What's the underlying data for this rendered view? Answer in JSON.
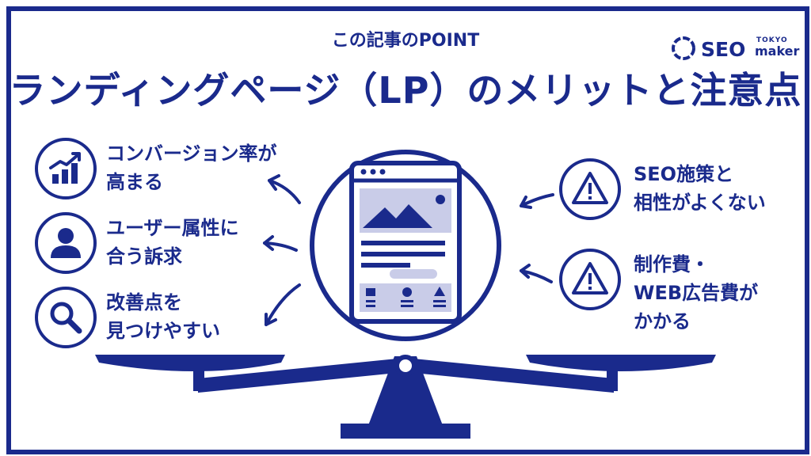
{
  "header": {
    "eyebrow": "この記事のPOINT",
    "title": "ランディングページ（LP）のメリットと注意点"
  },
  "logo": {
    "brand": "SEO",
    "small": "TOKYO",
    "maker": "maker"
  },
  "merits": [
    {
      "icon": "chart-up-icon",
      "line1": "コンバージョン率が",
      "line2": "高まる"
    },
    {
      "icon": "user-icon",
      "line1": "ユーザー属性に",
      "line2": "合う訴求"
    },
    {
      "icon": "search-icon",
      "line1": "改善点を",
      "line2": "見つけやすい"
    }
  ],
  "cautions": [
    {
      "icon": "warning-icon",
      "line1": "SEO施策と",
      "line2": "相性がよくない"
    },
    {
      "icon": "warning-icon",
      "line1": "制作費・",
      "line2": "WEB広告費が",
      "line3": "かかる"
    }
  ],
  "colors": {
    "navy": "#1a2a8c",
    "lavender": "#c9cce8",
    "white": "#ffffff"
  }
}
